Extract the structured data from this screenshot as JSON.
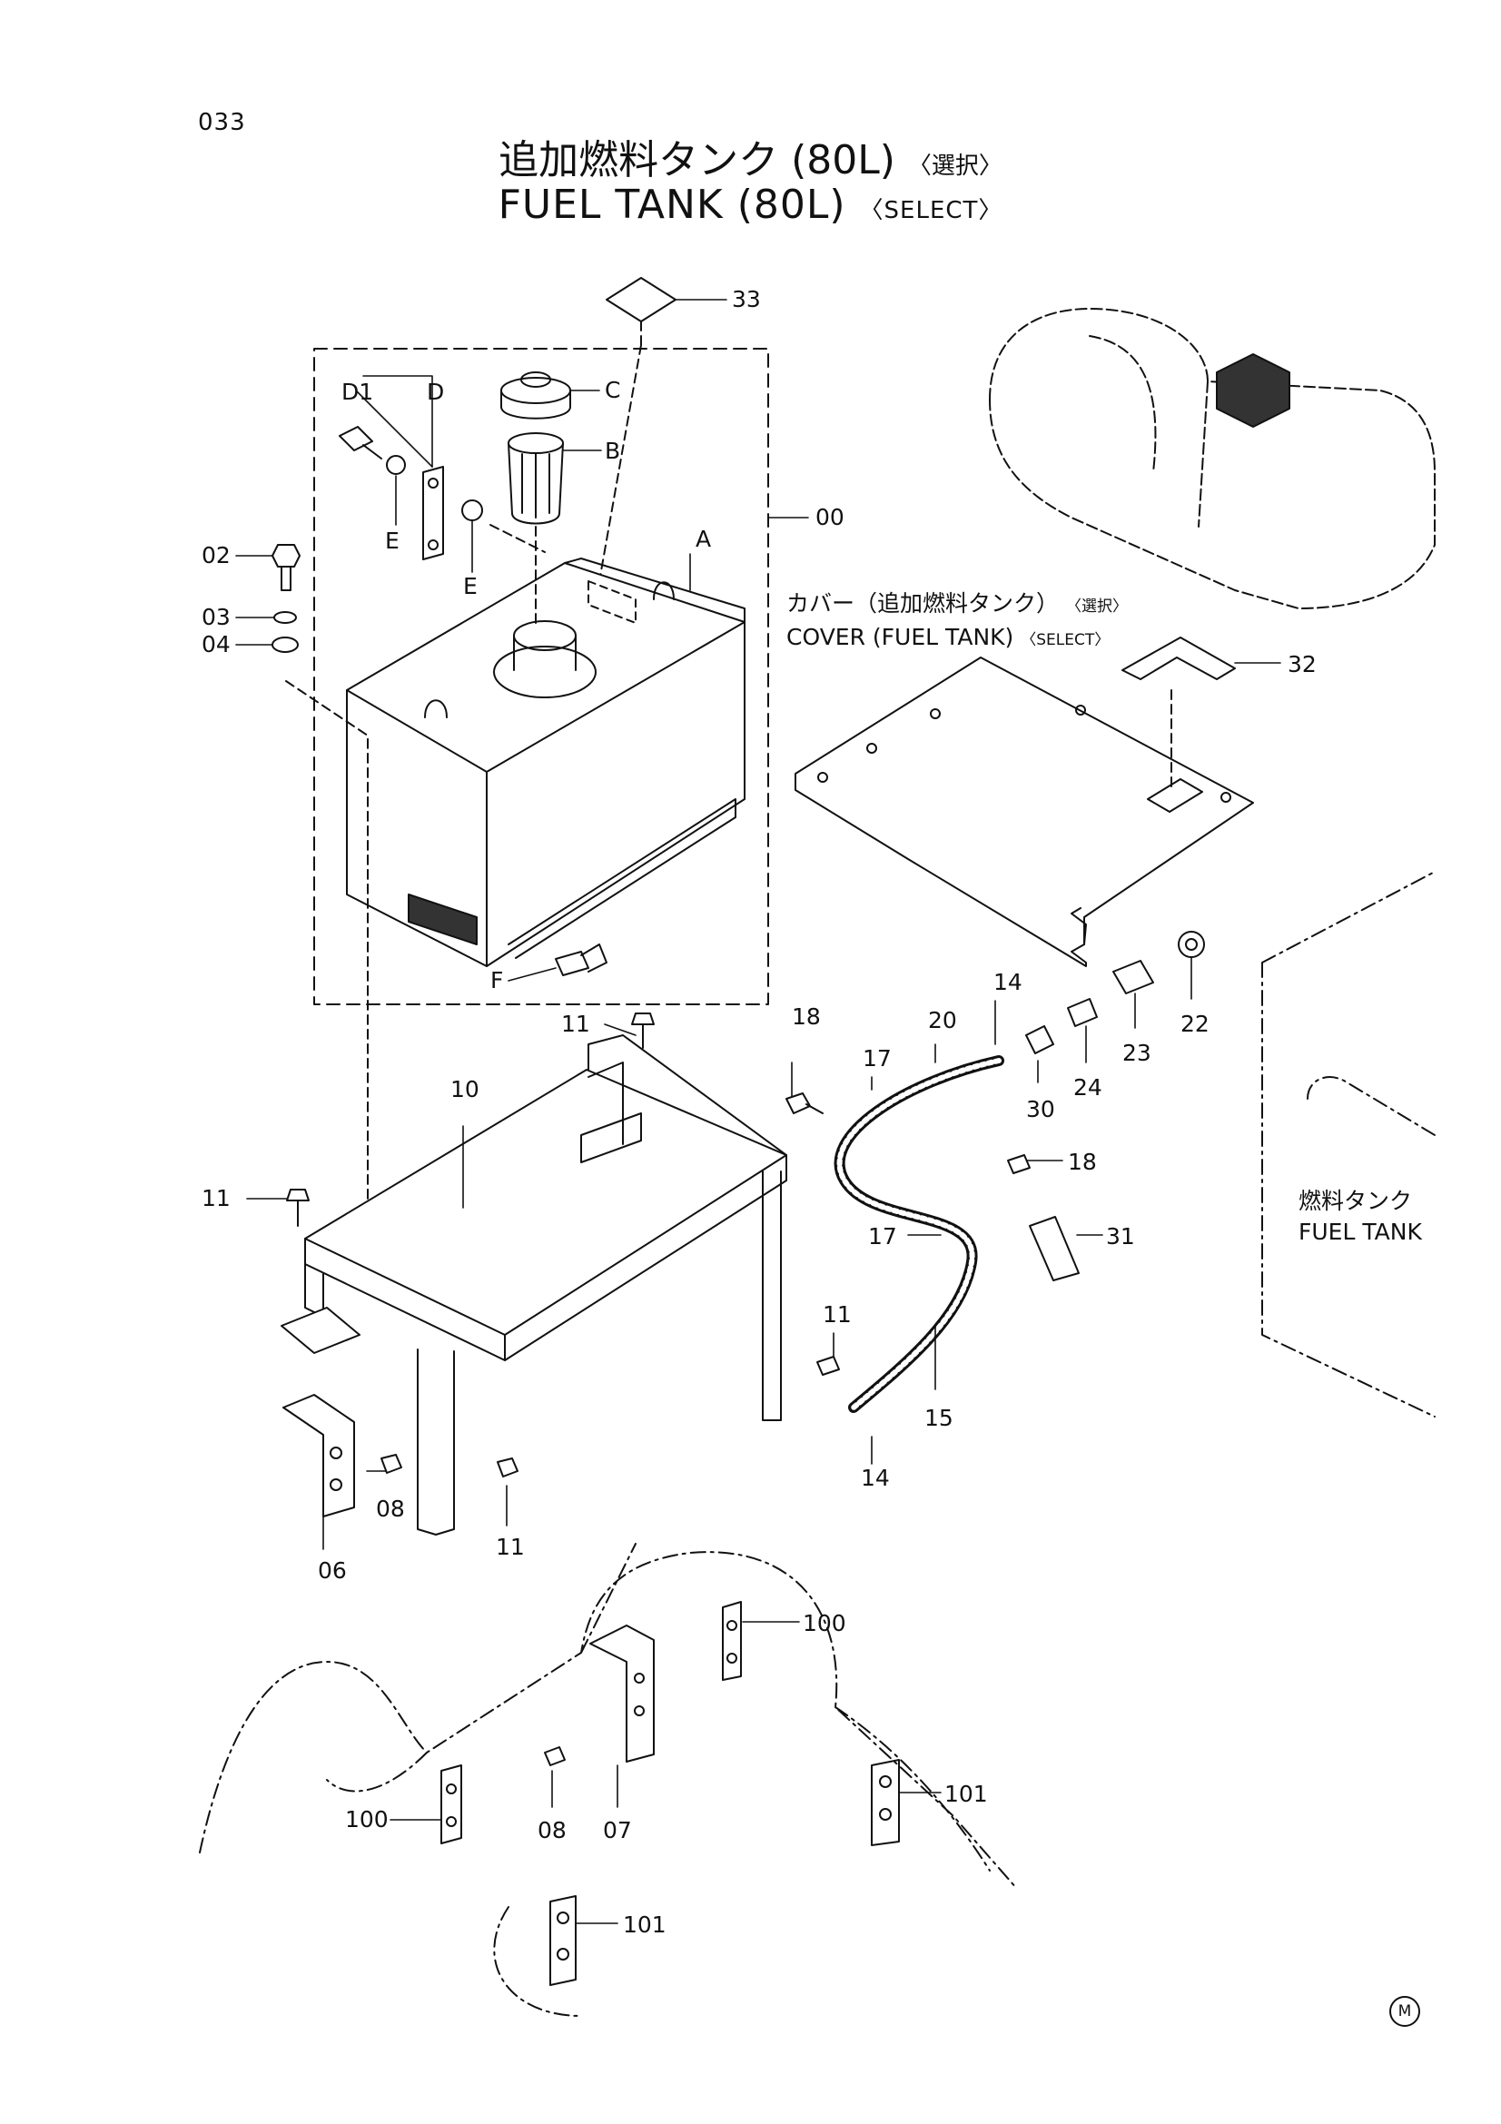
{
  "page_number": "033",
  "title_jp": "追加燃料タンク (80L)",
  "title_jp_select": "〈選択〉",
  "title_en": "FUEL TANK (80L)",
  "title_en_select": "〈SELECT〉",
  "cover_note": {
    "jp": "カバー（追加燃料タンク）",
    "jp_select": "〈選択〉",
    "en": "COVER (FUEL TANK)",
    "en_select": "〈SELECT〉"
  },
  "fuel_tank_note": {
    "jp": "燃料タンク",
    "en": "FUEL TANK"
  },
  "callouts": [
    {
      "id": "c33",
      "label": "33"
    },
    {
      "id": "cC",
      "label": "C"
    },
    {
      "id": "cB",
      "label": "B"
    },
    {
      "id": "cD1",
      "label": "D1"
    },
    {
      "id": "cD",
      "label": "D"
    },
    {
      "id": "cE1",
      "label": "E"
    },
    {
      "id": "cE2",
      "label": "E"
    },
    {
      "id": "cA",
      "label": "A"
    },
    {
      "id": "c00",
      "label": "00"
    },
    {
      "id": "c02",
      "label": "02"
    },
    {
      "id": "c03",
      "label": "03"
    },
    {
      "id": "c04",
      "label": "04"
    },
    {
      "id": "cF",
      "label": "F"
    },
    {
      "id": "c32",
      "label": "32"
    },
    {
      "id": "c11a",
      "label": "11"
    },
    {
      "id": "c10",
      "label": "10"
    },
    {
      "id": "c11b",
      "label": "11"
    },
    {
      "id": "c18a",
      "label": "18"
    },
    {
      "id": "c17a",
      "label": "17"
    },
    {
      "id": "c20",
      "label": "20"
    },
    {
      "id": "c14a",
      "label": "14"
    },
    {
      "id": "c30",
      "label": "30"
    },
    {
      "id": "c24",
      "label": "24"
    },
    {
      "id": "c23",
      "label": "23"
    },
    {
      "id": "c22",
      "label": "22"
    },
    {
      "id": "c18b",
      "label": "18"
    },
    {
      "id": "c17b",
      "label": "17"
    },
    {
      "id": "c31",
      "label": "31"
    },
    {
      "id": "c11c",
      "label": "11"
    },
    {
      "id": "c15",
      "label": "15"
    },
    {
      "id": "c14b",
      "label": "14"
    },
    {
      "id": "c08a",
      "label": "08"
    },
    {
      "id": "c06",
      "label": "06"
    },
    {
      "id": "c11d",
      "label": "11"
    },
    {
      "id": "c100a",
      "label": "100"
    },
    {
      "id": "c100b",
      "label": "100"
    },
    {
      "id": "c08b",
      "label": "08"
    },
    {
      "id": "c07",
      "label": "07"
    },
    {
      "id": "c101a",
      "label": "101"
    },
    {
      "id": "c101b",
      "label": "101"
    }
  ],
  "footer_mark": "M"
}
